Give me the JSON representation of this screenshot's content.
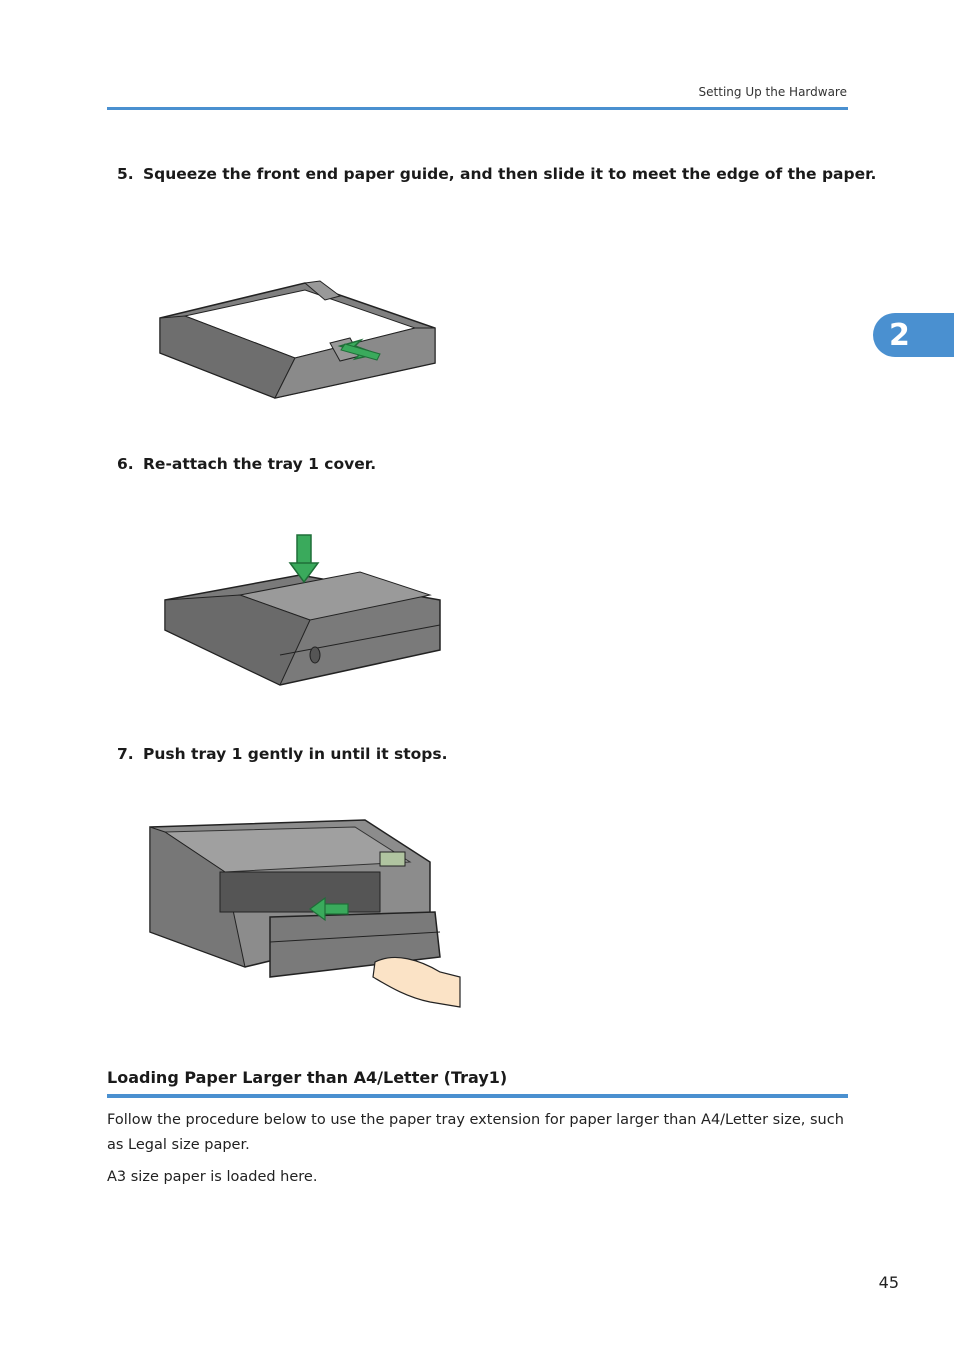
{
  "header": {
    "running_title": "Setting Up the Hardware"
  },
  "chapter_tab": {
    "number": "2"
  },
  "steps": [
    {
      "number": "5.",
      "text": "Squeeze the front end paper guide, and then slide it to meet the edge of the paper."
    },
    {
      "number": "6.",
      "text": "Re-attach the tray 1 cover."
    },
    {
      "number": "7.",
      "text": "Push tray 1 gently in until it stops."
    }
  ],
  "section": {
    "heading": "Loading Paper Larger than A4/Letter (Tray1)",
    "paragraphs": [
      "Follow the procedure below to use the paper tray extension for paper larger than A4/Letter size, such as Legal size paper.",
      "A3 size paper is loaded here."
    ]
  },
  "footer": {
    "page_number": "45"
  },
  "colors": {
    "accent": "#4a90d0",
    "arrow_green": "#3aaa5c",
    "tray_gray": "#7a7a7a"
  }
}
